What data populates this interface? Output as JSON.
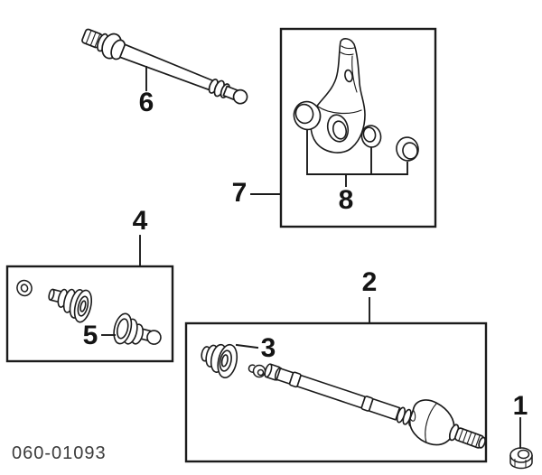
{
  "figure": {
    "part_code": "060-01093",
    "ink_color": "#1b1b1b",
    "background_color": "#ffffff",
    "callouts": [
      {
        "number": "1",
        "depicts": "flange-nut"
      },
      {
        "number": "2",
        "depicts": "inner-shaft-and-joint-assembly"
      },
      {
        "number": "3",
        "depicts": "boot"
      },
      {
        "number": "4",
        "depicts": "boot-kit"
      },
      {
        "number": "5",
        "depicts": "boot"
      },
      {
        "number": "6",
        "depicts": "drive-shaft"
      },
      {
        "number": "7",
        "depicts": "bracket-and-seal-kit"
      },
      {
        "number": "8",
        "depicts": "seal-ring-set"
      }
    ]
  }
}
